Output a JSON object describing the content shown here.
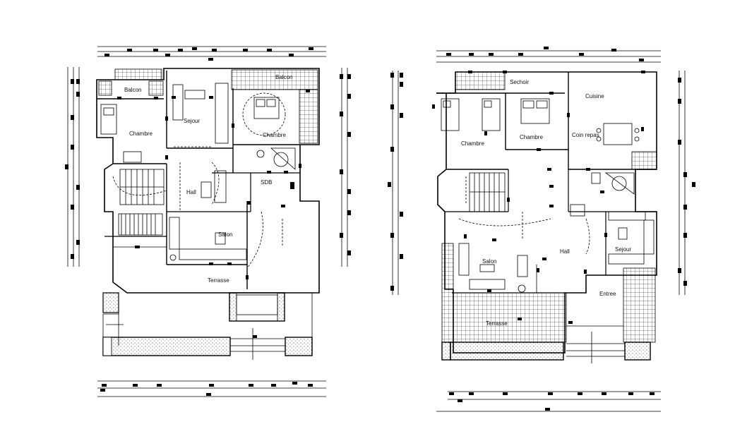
{
  "plan_left": {
    "balcon_left": "Balcon",
    "balcon_right": "Balcon",
    "chambre_left": "Chambre",
    "sejour": "Sejour",
    "chambre_right": "Chambre",
    "sdb": "SDB",
    "hall": "Hall",
    "salon": "Salon",
    "terrasse": "Terrasse"
  },
  "plan_right": {
    "sechoir": "Sechoir",
    "cuisine": "Cuisine",
    "chambre_left": "Chambre",
    "chambre_mid": "Chambre",
    "coin_repas": "Coin repas",
    "hall": "Hall",
    "salon": "Salon",
    "sejour": "Sejour",
    "entree": "Entree",
    "terrasse": "Terrasse"
  },
  "colors": {
    "line": "#000000",
    "background": "#ffffff"
  }
}
